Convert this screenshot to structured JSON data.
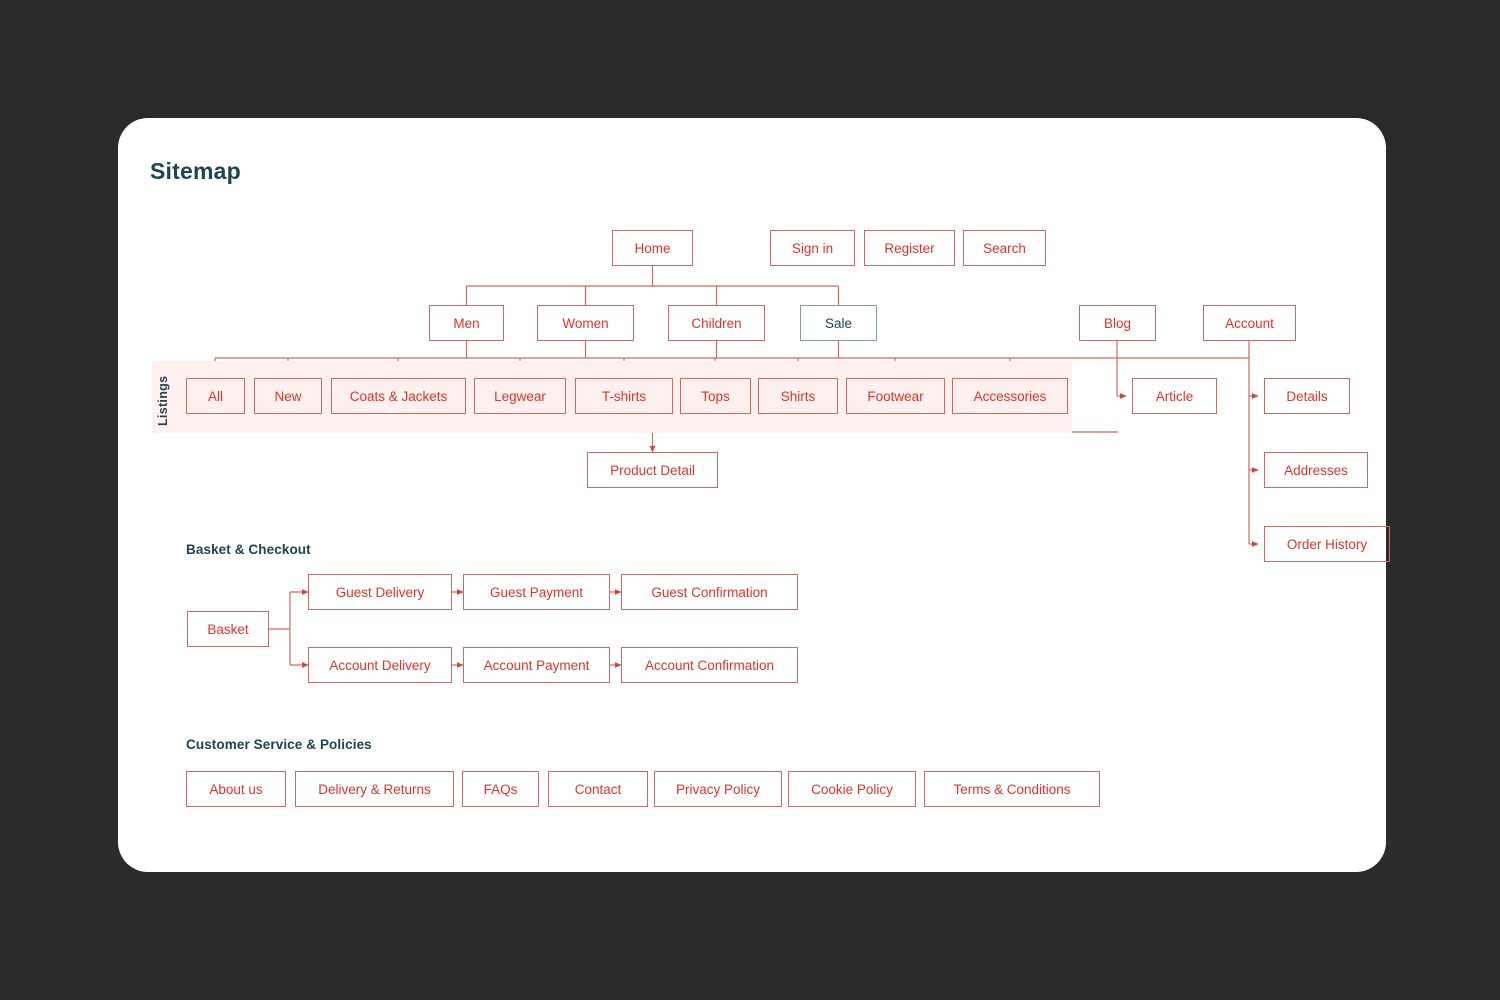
{
  "theme": {
    "backdrop": "#2b2b2b",
    "card_bg": "#ffffff",
    "box_border": "#cf6a63",
    "box_text": "#e0342a",
    "accent_teal_border": "#7f9fa3",
    "accent_teal_text": "#1d4451",
    "band_bg": "#fdf0ee",
    "heading_color": "#1d4451",
    "wire_color": "#cf6a63"
  },
  "header": {
    "title": "Sitemap"
  },
  "diagram": {
    "root": {
      "label": "Home"
    },
    "top_utilities": [
      {
        "label": "Sign in"
      },
      {
        "label": "Register"
      },
      {
        "label": "Search"
      }
    ],
    "categories": [
      {
        "label": "Men",
        "highlight": false
      },
      {
        "label": "Women",
        "highlight": false
      },
      {
        "label": "Children",
        "highlight": false
      },
      {
        "label": "Sale",
        "highlight": true
      }
    ],
    "side_nodes": [
      {
        "label": "Blog"
      },
      {
        "label": "Account"
      }
    ],
    "listings_band_label": "Listings",
    "listings": [
      {
        "label": "All"
      },
      {
        "label": "New"
      },
      {
        "label": "Coats & Jackets"
      },
      {
        "label": "Legwear"
      },
      {
        "label": "T-shirts"
      },
      {
        "label": "Tops"
      },
      {
        "label": "Shirts"
      },
      {
        "label": "Footwear"
      },
      {
        "label": "Accessories"
      }
    ],
    "blog_children": [
      {
        "label": "Article"
      }
    ],
    "account_children": [
      {
        "label": "Details"
      },
      {
        "label": "Addresses"
      },
      {
        "label": "Order History"
      }
    ],
    "product_detail": {
      "label": "Product Detail"
    }
  },
  "basket_section": {
    "title": "Basket & Checkout",
    "start": {
      "label": "Basket"
    },
    "guest_flow": [
      {
        "label": "Guest Delivery"
      },
      {
        "label": "Guest Payment"
      },
      {
        "label": "Guest Confirmation"
      }
    ],
    "account_flow": [
      {
        "label": "Account Delivery"
      },
      {
        "label": "Account Payment"
      },
      {
        "label": "Account Confirmation"
      }
    ]
  },
  "policies_section": {
    "title": "Customer Service & Policies",
    "items": [
      {
        "label": "About us"
      },
      {
        "label": "Delivery & Returns"
      },
      {
        "label": "FAQs"
      },
      {
        "label": "Contact"
      },
      {
        "label": "Privacy Policy"
      },
      {
        "label": "Cookie Policy"
      },
      {
        "label": "Terms & Conditions"
      }
    ]
  }
}
